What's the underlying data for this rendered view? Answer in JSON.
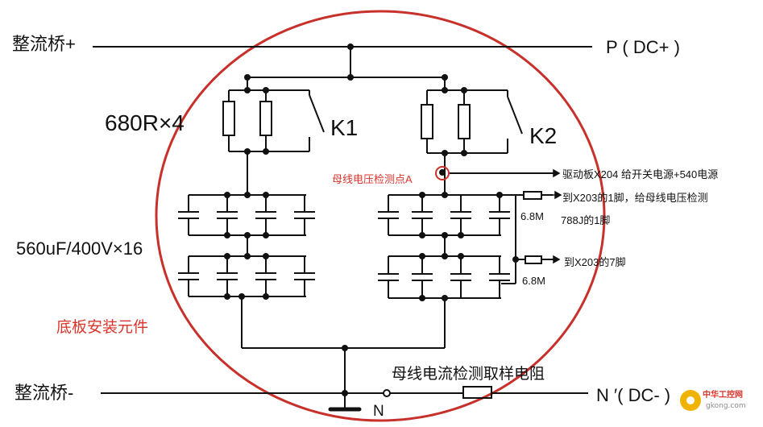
{
  "labels": {
    "rect_pos": "整流桥+",
    "rect_neg": "整流桥-",
    "p_dc": "P ( DC+ )",
    "n_dc": "N ′( DC- )",
    "n": "N",
    "res_680": "680R×4",
    "k1": "K1",
    "k2": "K2",
    "cap": "560uF/400V×16",
    "board": "底板安装元件",
    "detect_a": "母线电压检测点A",
    "drive": "驱动板X204 给开关电源+540电源",
    "x203_1": "到X203的1脚，给母线电压检测",
    "j788": "788J的1脚",
    "x203_7": "到X203的7脚",
    "r68_1": "6.8M",
    "r68_2": "6.8M",
    "shunt": "母线电流检测取样电阻",
    "watermark_cn": "中华工控网",
    "watermark_en": "gkong.com"
  },
  "colors": {
    "wire": "#111111",
    "circle": "#c8312b",
    "accent_text": "#d9342b"
  }
}
